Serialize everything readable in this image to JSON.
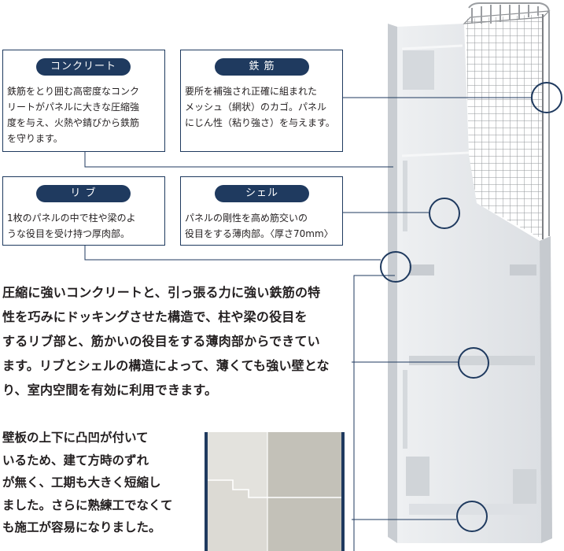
{
  "callouts": {
    "concrete": {
      "title": "コンクリート",
      "lines": [
        "鉄筋をとり囲む高密度なコンク",
        "リートがパネルに大きな圧縮強",
        "度を与え、火熱や錆びから鉄筋",
        "を守ります。"
      ]
    },
    "rebar": {
      "title": "鉄 筋",
      "lines": [
        "要所を補強され正確に組まれた",
        "メッシュ（網状）のカゴ。パネル",
        "にじん性（粘り強さ）を与えます。"
      ]
    },
    "rib": {
      "title": "リ ブ",
      "lines": [
        "1枚のパネルの中で柱や梁のよ",
        "うな役目を受け持つ厚肉部。"
      ]
    },
    "shell": {
      "title": "シェル",
      "lines": [
        "パネルの剛性を高め筋交いの",
        "役目をする薄肉部。〈厚さ70mm〉"
      ]
    }
  },
  "main_text": {
    "lines": [
      "圧縮に強いコンクリートと、引っ張る力に強い鉄筋の特",
      "性を巧みにドッキングさせた構造で、柱や梁の役目を",
      "するリブ部と、筋かいの役目をする薄肉部からできてい",
      "ます。リブとシェルの構造によって、薄くても強い壁とな",
      "り、室内空間を有効に利用できます。"
    ]
  },
  "sub_text": {
    "lines": [
      "壁板の上下に凸凹が付いて",
      "いるため、建て方時のずれ",
      "が無く、工期も大きく短縮し",
      "ました。さらに熟練工でなくて",
      "も施工が容易になりました。"
    ]
  },
  "colors": {
    "navy": "#1f3a5f",
    "panel": "#e6e9ec",
    "panel_shade": "#d3d7db",
    "joint_light": "#e3e2dd",
    "joint_dark": "#c3c1b8"
  }
}
